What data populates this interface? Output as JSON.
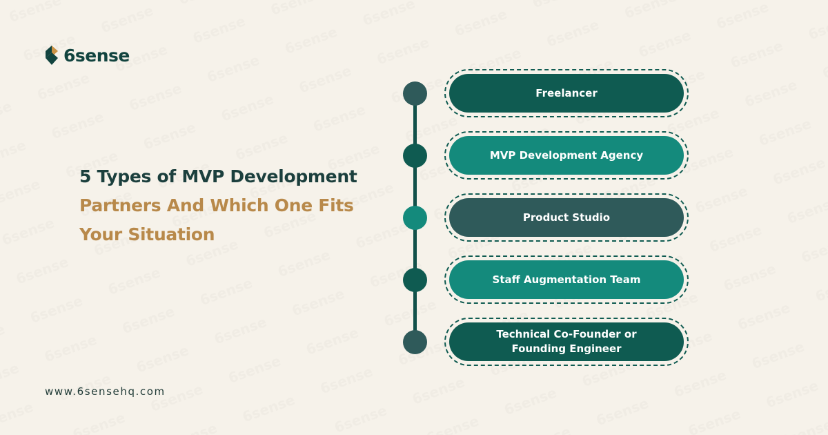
{
  "brand": {
    "name": "6sense"
  },
  "headline": {
    "line1": "5 Types of MVP Development",
    "line2": "Partners And Which One Fits",
    "line3": "Your Situation"
  },
  "footer": {
    "website": "www.6sensehq.com"
  },
  "colors": {
    "background": "#f6f2ea",
    "dark_teal": "#12443f",
    "mid_teal": "#0f5b51",
    "bright_teal": "#148a7c",
    "slate_teal": "#2f5a5a",
    "gold": "#b8894a"
  },
  "items": [
    {
      "label": "Freelancer"
    },
    {
      "label": "MVP Development Agency"
    },
    {
      "label": "Product Studio"
    },
    {
      "label": "Staff Augmentation Team"
    },
    {
      "label": "Technical Co-Founder or Founding Engineer"
    }
  ]
}
